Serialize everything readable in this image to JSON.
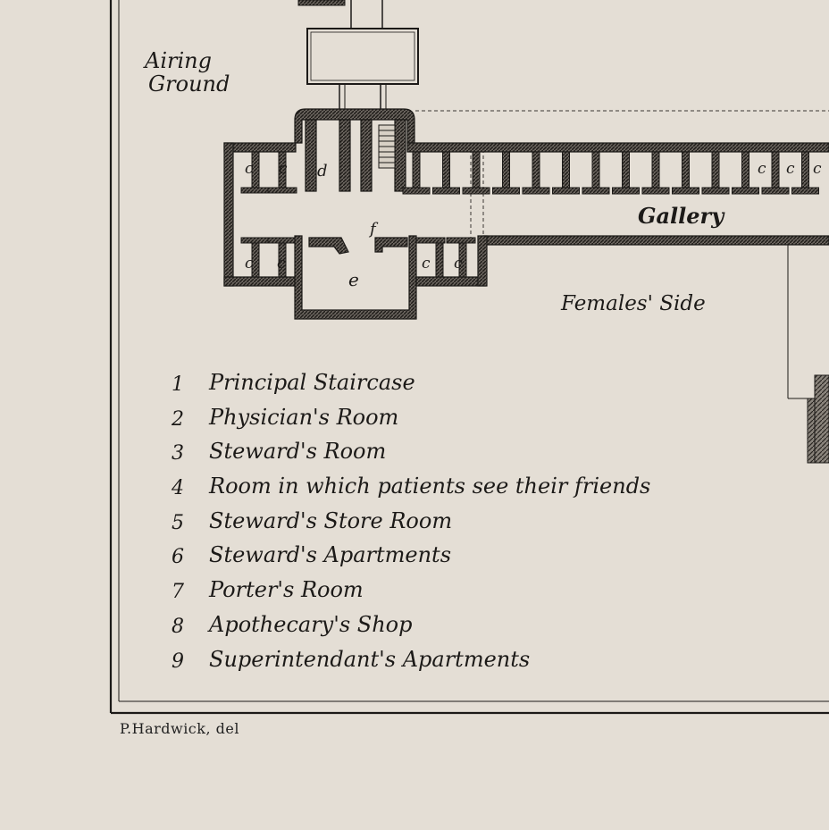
{
  "labels": {
    "airing_1": "Airing",
    "airing_2": "Ground",
    "gallery": "Gallery",
    "females_side": "Females' Side",
    "cell": "c",
    "room_d": "d",
    "room_e": "e",
    "room_f": "f"
  },
  "key": [
    {
      "num": "1",
      "text": "Principal Staircase"
    },
    {
      "num": "2",
      "text": "Physician's Room"
    },
    {
      "num": "3",
      "text": "Steward's Room"
    },
    {
      "num": "4",
      "text": "Room in which patients  see their friends"
    },
    {
      "num": "5",
      "text": "Steward's Store Room"
    },
    {
      "num": "6",
      "text": "Steward's Apartments"
    },
    {
      "num": "7",
      "text": "Porter's Room"
    },
    {
      "num": "8",
      "text": "Apothecary's Shop"
    },
    {
      "num": "9",
      "text": "Superintendant's Apartments"
    }
  ],
  "credit": "P.Hardwick, del",
  "colors": {
    "paper": "#e4ded5",
    "ink": "#1c1a18",
    "wall_fill": "#5a5550"
  }
}
